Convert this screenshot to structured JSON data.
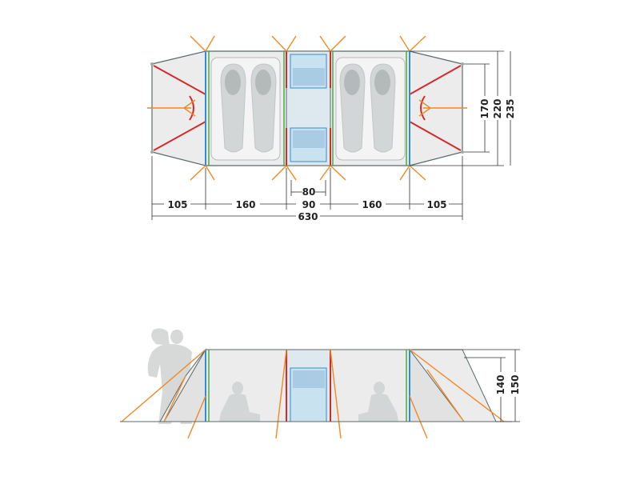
{
  "top_view": {
    "widths": {
      "vestibule_left": "105",
      "room_left": "160",
      "center_inner": "80",
      "center": "90",
      "room_right": "160",
      "vestibule_right": "105",
      "total": "630"
    },
    "depths": {
      "inner": "170",
      "room": "220",
      "total": "235"
    }
  },
  "side_view": {
    "heights": {
      "inner": "140",
      "total": "150"
    }
  },
  "colors": {
    "outline": "#5a6a6a",
    "tent_fill": "#ececec",
    "center_fill": "#c9e2f0",
    "window_fill": "#a9cbe4",
    "red_pole": "#d42a2a",
    "blue_pole": "#2f8fd1",
    "green_pole": "#4aa84a",
    "guyline": "#f08a22"
  }
}
